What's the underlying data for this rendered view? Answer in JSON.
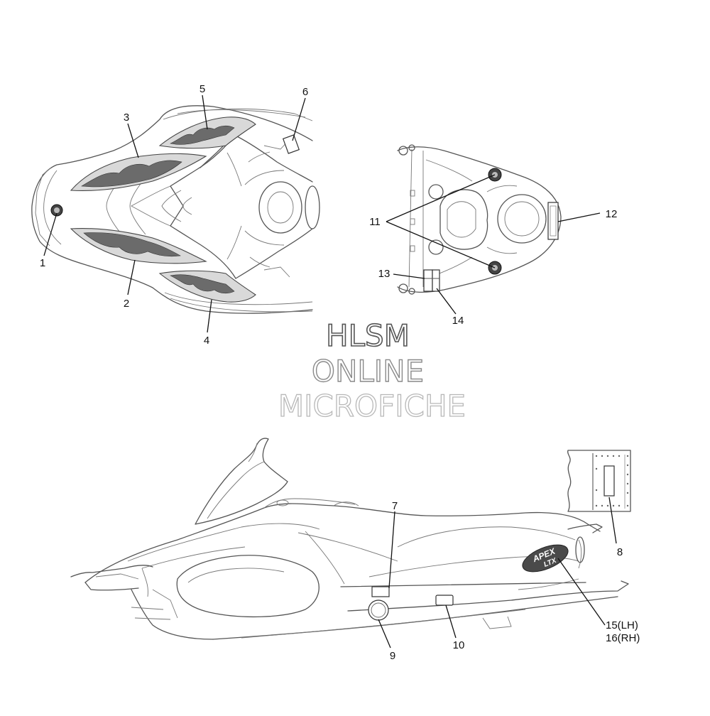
{
  "callouts": [
    {
      "id": "c1",
      "text": "1"
    },
    {
      "id": "c2",
      "text": "2"
    },
    {
      "id": "c3",
      "text": "3"
    },
    {
      "id": "c4",
      "text": "4"
    },
    {
      "id": "c5",
      "text": "5"
    },
    {
      "id": "c6",
      "text": "6"
    },
    {
      "id": "c7",
      "text": "7"
    },
    {
      "id": "c8",
      "text": "8"
    },
    {
      "id": "c9",
      "text": "9"
    },
    {
      "id": "c10",
      "text": "10"
    },
    {
      "id": "c11",
      "text": "11"
    },
    {
      "id": "c12",
      "text": "12"
    },
    {
      "id": "c13",
      "text": "13"
    },
    {
      "id": "c14",
      "text": "14"
    },
    {
      "id": "c15",
      "text": "15(LH)"
    },
    {
      "id": "c16",
      "text": "16(RH)"
    }
  ],
  "watermark": {
    "line1": "HLSM",
    "line2": "ONLINE",
    "line3": "MICROFICHE"
  },
  "emblem_text": {
    "line1": "APEX",
    "line2": "LTX"
  }
}
